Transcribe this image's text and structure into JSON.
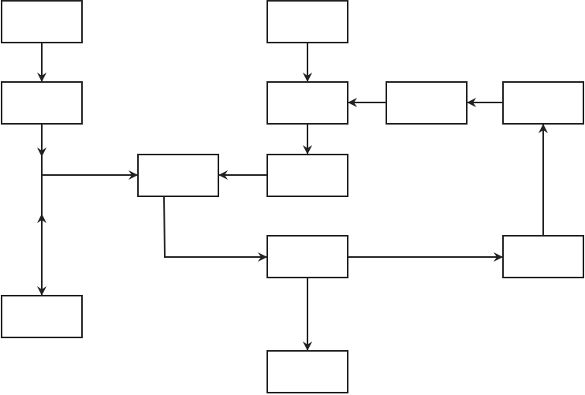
{
  "diagram": {
    "stroke_color": "#222222",
    "background": "#ffffff",
    "boxes": [
      {
        "id": "box-top-left",
        "label": ""
      },
      {
        "id": "box-left-2",
        "label": ""
      },
      {
        "id": "box-top-middle",
        "label": ""
      },
      {
        "id": "box-mid-upper",
        "label": ""
      },
      {
        "id": "box-right-upper-a",
        "label": ""
      },
      {
        "id": "box-right-upper-b",
        "label": ""
      },
      {
        "id": "box-center",
        "label": ""
      },
      {
        "id": "box-mid-middle",
        "label": ""
      },
      {
        "id": "box-mid-lower",
        "label": ""
      },
      {
        "id": "box-right-lower",
        "label": ""
      },
      {
        "id": "box-bottom-left",
        "label": ""
      },
      {
        "id": "box-bottom-middle",
        "label": ""
      }
    ],
    "connections": [
      {
        "from": "box-top-left",
        "to": "box-left-2"
      },
      {
        "from": "box-left-2",
        "to": "box-center"
      },
      {
        "from": "box-left-2",
        "to": "box-bottom-left",
        "bidirectional": true
      },
      {
        "from": "box-top-middle",
        "to": "box-mid-upper"
      },
      {
        "from": "box-right-upper-a",
        "to": "box-mid-upper"
      },
      {
        "from": "box-right-upper-b",
        "to": "box-right-upper-a"
      },
      {
        "from": "box-mid-upper",
        "to": "box-mid-middle"
      },
      {
        "from": "box-mid-middle",
        "to": "box-center"
      },
      {
        "from": "box-center",
        "to": "box-mid-lower"
      },
      {
        "from": "box-mid-lower",
        "to": "box-right-lower"
      },
      {
        "from": "box-right-lower",
        "to": "box-right-upper-b"
      },
      {
        "from": "box-mid-lower",
        "to": "box-bottom-middle"
      }
    ]
  }
}
